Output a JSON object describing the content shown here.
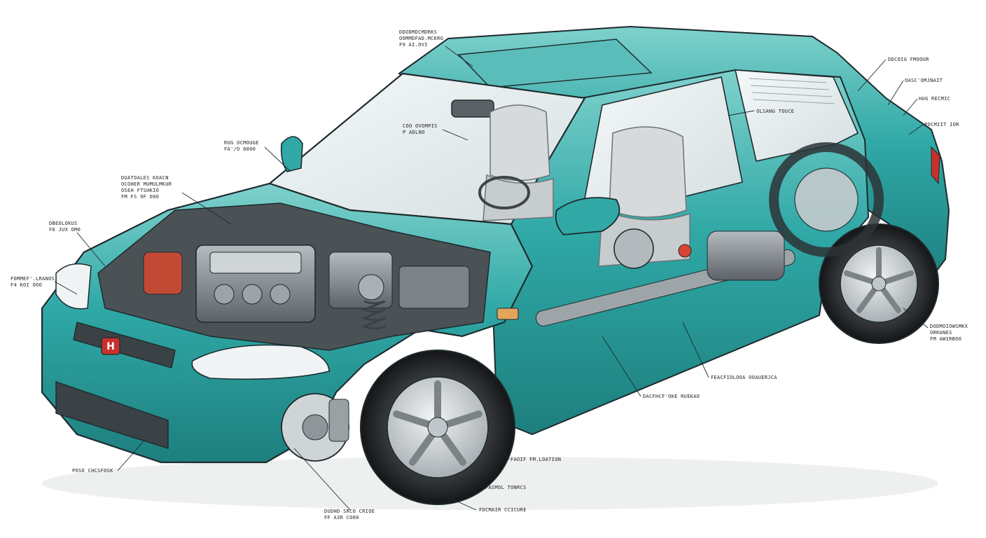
{
  "colors": {
    "body": "#2fa8a6",
    "body_dark": "#1d7f7e",
    "body_light": "#7fd1cc",
    "outline": "#1e2a2e",
    "glass": "#e9f1f2",
    "engine": "#8a9196",
    "brake_accent": "#d64531",
    "badge": "#c9302c"
  },
  "icons": [
    "honda-badge-icon",
    "wheel-icon",
    "brake-disc-icon",
    "engine-icon",
    "seat-icon",
    "side-mirror-icon",
    "headlight-icon",
    "spring-icon"
  ],
  "callouts": [
    {
      "id": "roof",
      "lines": [
        "DDODMDCMDRKS",
        "OOMMDFAD.MCKRG",
        "F9 AI.OVI"
      ]
    },
    {
      "id": "mirror-left",
      "lines": [
        "RUG OCMOUGE",
        "FA'/O 0000"
      ]
    },
    {
      "id": "dash",
      "lines": [
        "COO OVOMPIS",
        "P ADLNO"
      ]
    },
    {
      "id": "engine-top",
      "lines": [
        "DUATOALES KOACN",
        "OCOHER MUMULMKUR",
        "OSEH FTSHKIO",
        "FM FS 9F O0O"
      ]
    },
    {
      "id": "headlamp",
      "lines": [
        "DBEOLOKUS",
        "F6 JUX OM0"
      ]
    },
    {
      "id": "grille-side",
      "lines": [
        "FOMMEF'.LRANOS",
        "F4 KOI OOO"
      ]
    },
    {
      "id": "front-bumper",
      "lines": [
        "POSO CHCSFOSK"
      ]
    },
    {
      "id": "front-brake",
      "lines": [
        "DUDHD SRCO CRIOE",
        "FF A3R CO00"
      ]
    },
    {
      "id": "tire-front-1",
      "lines": [
        "FAOIF FM.LOATION"
      ]
    },
    {
      "id": "tire-front-2",
      "lines": [
        "FASMOL TONRCS"
      ]
    },
    {
      "id": "tire-front-3",
      "lines": [
        "FOCMAIR CCICURE"
      ]
    },
    {
      "id": "chassis",
      "lines": [
        "DACFHCF'OKE RUEKAO"
      ]
    },
    {
      "id": "sill",
      "lines": [
        "FEACFIOLOOA OOAUERJCA"
      ]
    },
    {
      "id": "cabin",
      "lines": [
        "OLSANG TOUCE"
      ]
    },
    {
      "id": "rear-glass",
      "lines": [
        "DDCOIG FMOOUR"
      ]
    },
    {
      "id": "rear-1",
      "lines": [
        "OASC'OMJNAIT"
      ]
    },
    {
      "id": "rear-2",
      "lines": [
        "HUG RECMIC"
      ]
    },
    {
      "id": "rear-3",
      "lines": [
        "POCMIIT IOR"
      ]
    },
    {
      "id": "rear-wheel",
      "lines": [
        "DODMOIOWSMKX",
        "ORRANES",
        "FM AWIRBOO"
      ]
    }
  ]
}
